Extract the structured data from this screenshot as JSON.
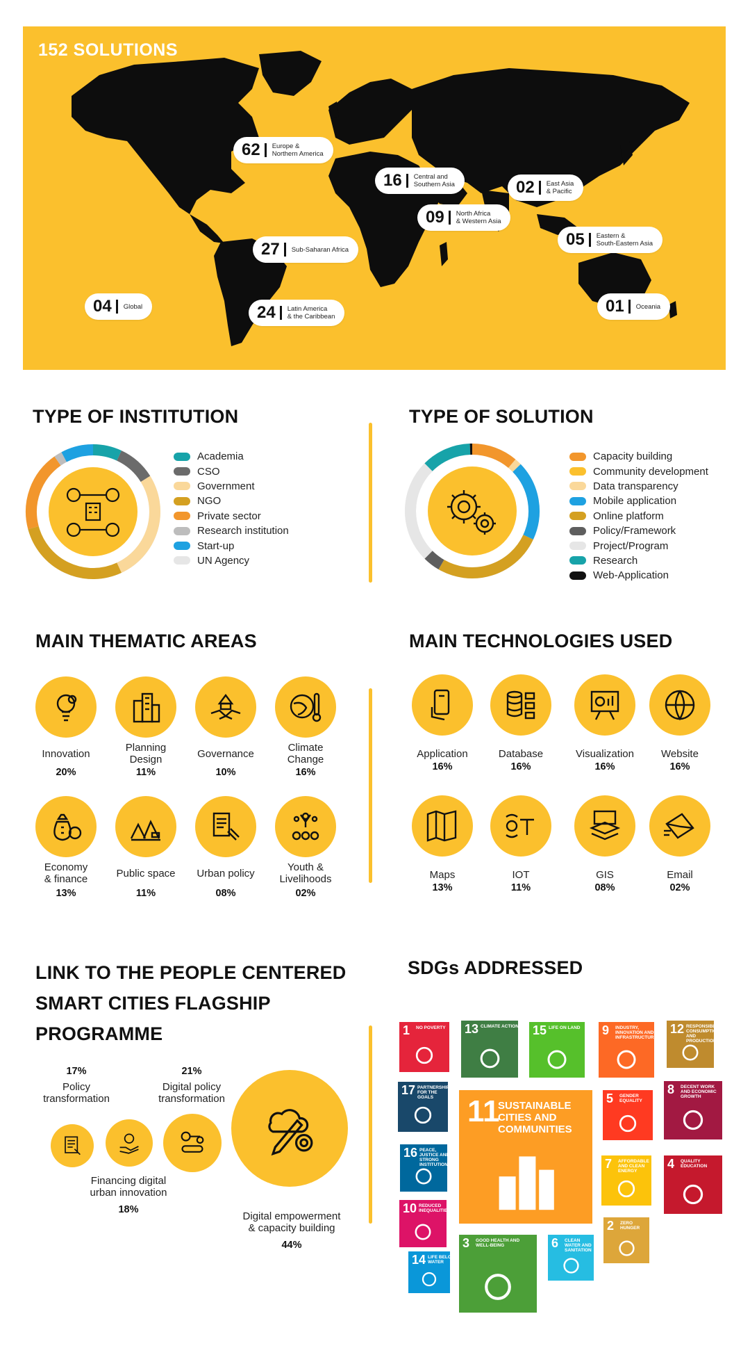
{
  "map": {
    "title": "152 SOLUTIONS",
    "regions": [
      {
        "num": "62",
        "label": "Europe &\nNorthern America"
      },
      {
        "num": "16",
        "label": "Central and\nSouthern Asia"
      },
      {
        "num": "02",
        "label": "East Asia\n& Pacific"
      },
      {
        "num": "09",
        "label": "North Africa\n& Western Asia"
      },
      {
        "num": "05",
        "label": "Eastern &\nSouth-Eastern Asia"
      },
      {
        "num": "27",
        "label": "Sub-Saharan Africa"
      },
      {
        "num": "04",
        "label": "Global"
      },
      {
        "num": "24",
        "label": "Latin America\n& the Caribbean"
      },
      {
        "num": "01",
        "label": "Oceania"
      }
    ]
  },
  "institution": {
    "title": "TYPE OF INSTITUTION",
    "legend": [
      {
        "label": "Academia",
        "color": "#17a3a9"
      },
      {
        "label": "CSO",
        "color": "#6b6b6b"
      },
      {
        "label": "Government",
        "color": "#fad89a"
      },
      {
        "label": "NGO",
        "color": "#d4a021"
      },
      {
        "label": "Private sector",
        "color": "#f2962c"
      },
      {
        "label": "Research institution",
        "color": "#bdbdbd"
      },
      {
        "label": "Start-up",
        "color": "#1ea1e1"
      },
      {
        "label": "UN Agency",
        "color": "#e6e6e6"
      }
    ]
  },
  "solution": {
    "title": "TYPE OF SOLUTION",
    "legend": [
      {
        "label": "Capacity building",
        "color": "#f2962c"
      },
      {
        "label": "Community development",
        "color": "#fbc02d"
      },
      {
        "label": "Data transparency",
        "color": "#fad89a"
      },
      {
        "label": "Mobile application",
        "color": "#1ea1e1"
      },
      {
        "label": "Online platform",
        "color": "#d4a021"
      },
      {
        "label": "Policy/Framework",
        "color": "#5e5e5e"
      },
      {
        "label": "Project/Program",
        "color": "#e6e6e6"
      },
      {
        "label": "Research",
        "color": "#17a3a9"
      },
      {
        "label": "Web-Application",
        "color": "#111111"
      }
    ]
  },
  "thematic": {
    "title": "MAIN THEMATIC AREAS",
    "items": [
      {
        "label": "Innovation",
        "pct": "20%",
        "icon": "lightbulb-gear-icon"
      },
      {
        "label": "Planning\nDesign",
        "pct": "11%",
        "icon": "buildings-icon"
      },
      {
        "label": "Governance",
        "pct": "10%",
        "icon": "handshake-capitol-icon"
      },
      {
        "label": "Climate\nChange",
        "pct": "16%",
        "icon": "globe-thermometer-icon"
      },
      {
        "label": "Economy\n& finance",
        "pct": "13%",
        "icon": "money-bag-icon"
      },
      {
        "label": "Public space",
        "pct": "11%",
        "icon": "park-icon"
      },
      {
        "label": "Urban policy",
        "pct": "08%",
        "icon": "document-gavel-icon"
      },
      {
        "label": "Youth &\nLivelihoods",
        "pct": "02%",
        "icon": "people-celebrating-icon"
      }
    ]
  },
  "technologies": {
    "title": "MAIN TECHNOLOGIES USED",
    "items": [
      {
        "label": "Application",
        "pct": "16%",
        "icon": "phone-hand-icon"
      },
      {
        "label": "Database",
        "pct": "16%",
        "icon": "database-icon"
      },
      {
        "label": "Visualization",
        "pct": "16%",
        "icon": "presentation-chart-icon"
      },
      {
        "label": "Website",
        "pct": "16%",
        "icon": "www-globe-icon"
      },
      {
        "label": "Maps",
        "pct": "13%",
        "icon": "folded-map-icon"
      },
      {
        "label": "IOT",
        "pct": "11%",
        "icon": "iot-icon"
      },
      {
        "label": "GIS",
        "pct": "08%",
        "icon": "gis-layers-icon"
      },
      {
        "label": "Email",
        "pct": "02%",
        "icon": "email-envelope-icon"
      }
    ]
  },
  "flagship": {
    "title_lines": [
      "LINK TO THE PEOPLE CENTERED",
      "SMART CITIES FLAGSHIP",
      "PROGRAMME"
    ],
    "policy": {
      "pct": "17%",
      "label": "Policy\ntransformation"
    },
    "digital_policy": {
      "pct": "21%",
      "label": "Digital policy\ntransformation"
    },
    "financing": {
      "pct": "18%",
      "label": "Financing digital\nurban innovation"
    },
    "empowerment": {
      "pct": "44%",
      "label": "Digital empowerment\n& capacity building"
    }
  },
  "sdgs": {
    "title": "SDGs ADDRESSED",
    "tiles": [
      {
        "num": "1",
        "text": "No poverty",
        "color": "#e5243b"
      },
      {
        "num": "13",
        "text": "Climate action",
        "color": "#3f7e44"
      },
      {
        "num": "15",
        "text": "Life on land",
        "color": "#56c02b"
      },
      {
        "num": "9",
        "text": "Industry, innovation and infrastructure",
        "color": "#fd6925"
      },
      {
        "num": "12",
        "text": "Responsible consumption and production",
        "color": "#bf8b2e"
      },
      {
        "num": "17",
        "text": "Partnerships for the goals",
        "color": "#19486a"
      },
      {
        "num": "11",
        "text": "Sustainable cities and communities",
        "color": "#fd9d24"
      },
      {
        "num": "5",
        "text": "Gender equality",
        "color": "#ff3a21"
      },
      {
        "num": "8",
        "text": "Decent work and economic growth",
        "color": "#a21942"
      },
      {
        "num": "16",
        "text": "Peace, justice and strong institutions",
        "color": "#00689d"
      },
      {
        "num": "7",
        "text": "Affordable and clean energy",
        "color": "#fcc30b"
      },
      {
        "num": "4",
        "text": "Quality education",
        "color": "#c5192d"
      },
      {
        "num": "10",
        "text": "Reduced inequalities",
        "color": "#dd1367"
      },
      {
        "num": "2",
        "text": "Zero hunger",
        "color": "#dda63a"
      },
      {
        "num": "3",
        "text": "Good health and well-being",
        "color": "#4c9f38"
      },
      {
        "num": "6",
        "text": "Clean water and sanitation",
        "color": "#26bde2"
      },
      {
        "num": "14",
        "text": "Life below water",
        "color": "#0a97d9"
      }
    ]
  }
}
